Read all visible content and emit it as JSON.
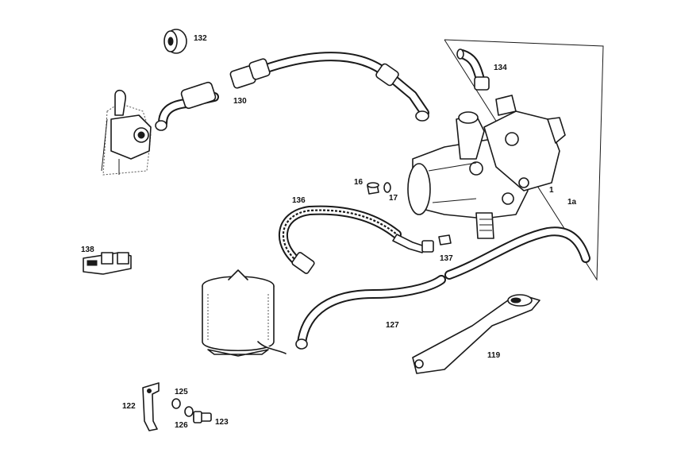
{
  "parts": [
    {
      "key": "p1",
      "number": "1"
    },
    {
      "key": "p1a",
      "number": "1a"
    },
    {
      "key": "p16",
      "number": "16"
    },
    {
      "key": "p17",
      "number": "17"
    },
    {
      "key": "p119",
      "number": "119"
    },
    {
      "key": "p122",
      "number": "122"
    },
    {
      "key": "p123",
      "number": "123"
    },
    {
      "key": "p125",
      "number": "125"
    },
    {
      "key": "p126",
      "number": "126"
    },
    {
      "key": "p127",
      "number": "127"
    },
    {
      "key": "p130",
      "number": "130"
    },
    {
      "key": "p132",
      "number": "132"
    },
    {
      "key": "p134",
      "number": "134"
    },
    {
      "key": "p136",
      "number": "136"
    },
    {
      "key": "p137",
      "number": "137"
    },
    {
      "key": "p138",
      "number": "138"
    }
  ]
}
